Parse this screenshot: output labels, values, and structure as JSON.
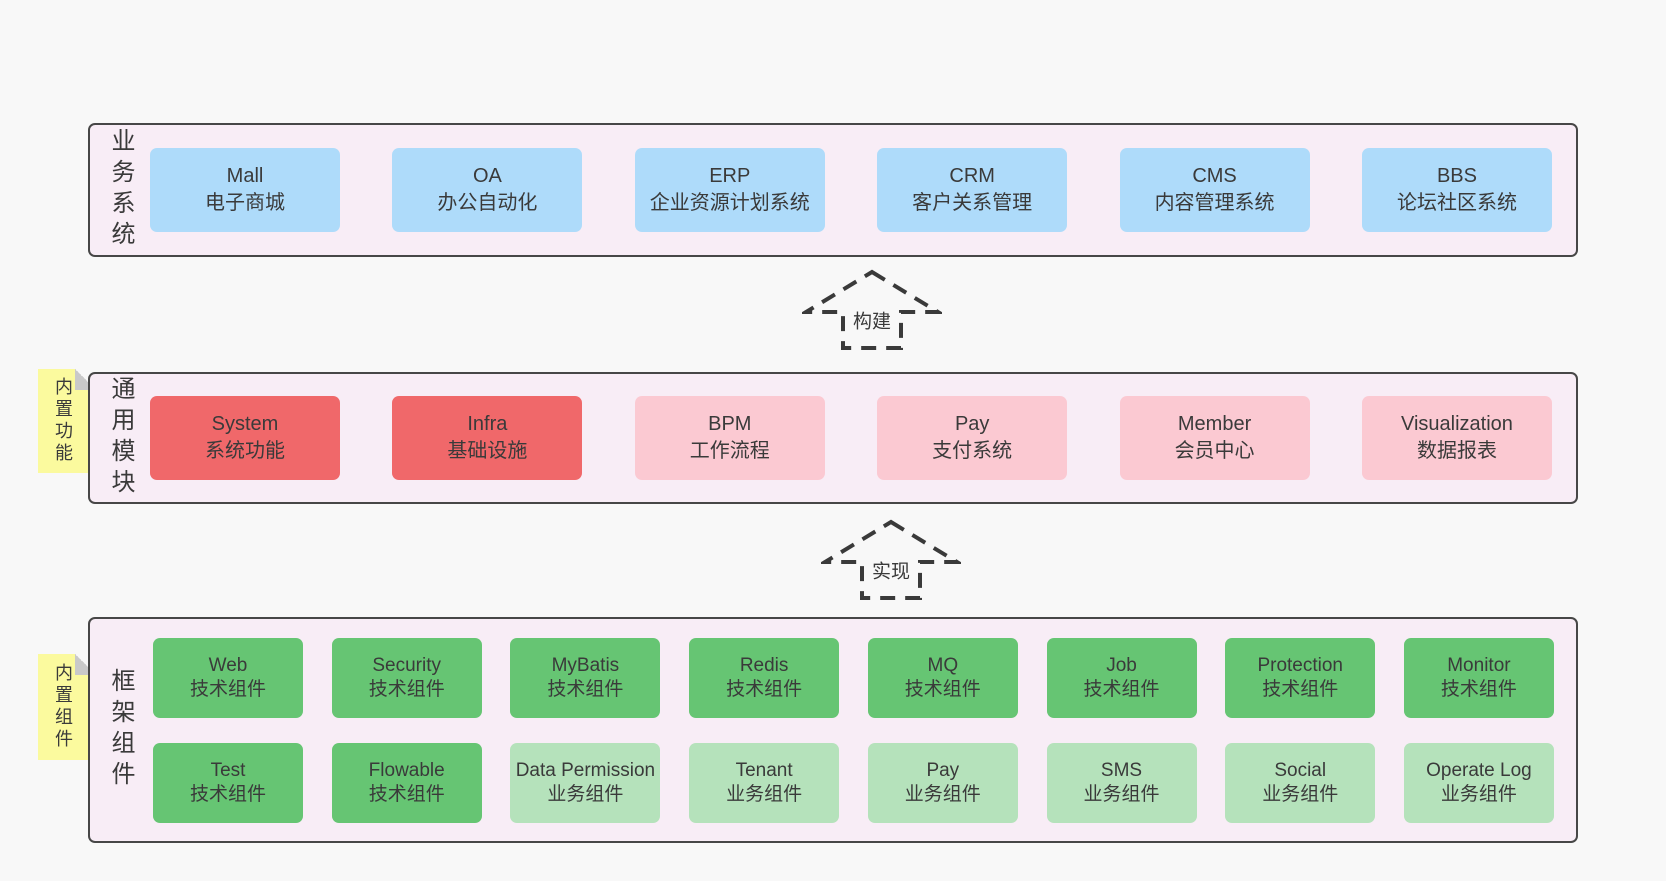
{
  "colors": {
    "page_background": "#f8f8f8",
    "layer_background": "#f8edf6",
    "layer_border": "#474747",
    "business_box": "#aedbfa",
    "core_module_box": "#f0686a",
    "optional_module_box": "#fbc9d2",
    "tech_component_box": "#66c573",
    "biz_component_box": "#b5e2bb",
    "sticky_note": "#fbfa9e",
    "sticky_fold": "#c9c9c9",
    "text": "#3a3a3a"
  },
  "arrows": [
    {
      "label": "构建"
    },
    {
      "label": "实现"
    }
  ],
  "bands": [
    {
      "label": "业务系统",
      "boxes": [
        {
          "name": "Mall",
          "desc": "电子商城",
          "type": "blue"
        },
        {
          "name": "OA",
          "desc": "办公自动化",
          "type": "blue"
        },
        {
          "name": "ERP",
          "desc": "企业资源计划系统",
          "type": "blue"
        },
        {
          "name": "CRM",
          "desc": "客户关系管理",
          "type": "blue"
        },
        {
          "name": "CMS",
          "desc": "内容管理系统",
          "type": "blue"
        },
        {
          "name": "BBS",
          "desc": "论坛社区系统",
          "type": "blue"
        }
      ]
    },
    {
      "label": "通用模块",
      "sticky": "内置功能",
      "boxes": [
        {
          "name": "System",
          "desc": "系统功能",
          "type": "red"
        },
        {
          "name": "Infra",
          "desc": "基础设施",
          "type": "red"
        },
        {
          "name": "BPM",
          "desc": "工作流程",
          "type": "pink"
        },
        {
          "name": "Pay",
          "desc": "支付系统",
          "type": "pink"
        },
        {
          "name": "Member",
          "desc": "会员中心",
          "type": "pink"
        },
        {
          "name": "Visualization",
          "desc": "数据报表",
          "type": "pink"
        }
      ]
    },
    {
      "label": "框架组件",
      "sticky": "内置组件",
      "rows": [
        [
          {
            "name": "Web",
            "desc": "技术组件",
            "type": "green"
          },
          {
            "name": "Security",
            "desc": "技术组件",
            "type": "green"
          },
          {
            "name": "MyBatis",
            "desc": "技术组件",
            "type": "green"
          },
          {
            "name": "Redis",
            "desc": "技术组件",
            "type": "green"
          },
          {
            "name": "MQ",
            "desc": "技术组件",
            "type": "green"
          },
          {
            "name": "Job",
            "desc": "技术组件",
            "type": "green"
          },
          {
            "name": "Protection",
            "desc": "技术组件",
            "type": "green"
          },
          {
            "name": "Monitor",
            "desc": "技术组件",
            "type": "green"
          }
        ],
        [
          {
            "name": "Test",
            "desc": "技术组件",
            "type": "green"
          },
          {
            "name": "Flowable",
            "desc": "技术组件",
            "type": "green"
          },
          {
            "name": "Data Permission",
            "desc": "业务组件",
            "type": "green-light"
          },
          {
            "name": "Tenant",
            "desc": "业务组件",
            "type": "green-light"
          },
          {
            "name": "Pay",
            "desc": "业务组件",
            "type": "green-light"
          },
          {
            "name": "SMS",
            "desc": "业务组件",
            "type": "green-light"
          },
          {
            "name": "Social",
            "desc": "业务组件",
            "type": "green-light"
          },
          {
            "name": "Operate Log",
            "desc": "业务组件",
            "type": "green-light"
          }
        ]
      ]
    }
  ]
}
